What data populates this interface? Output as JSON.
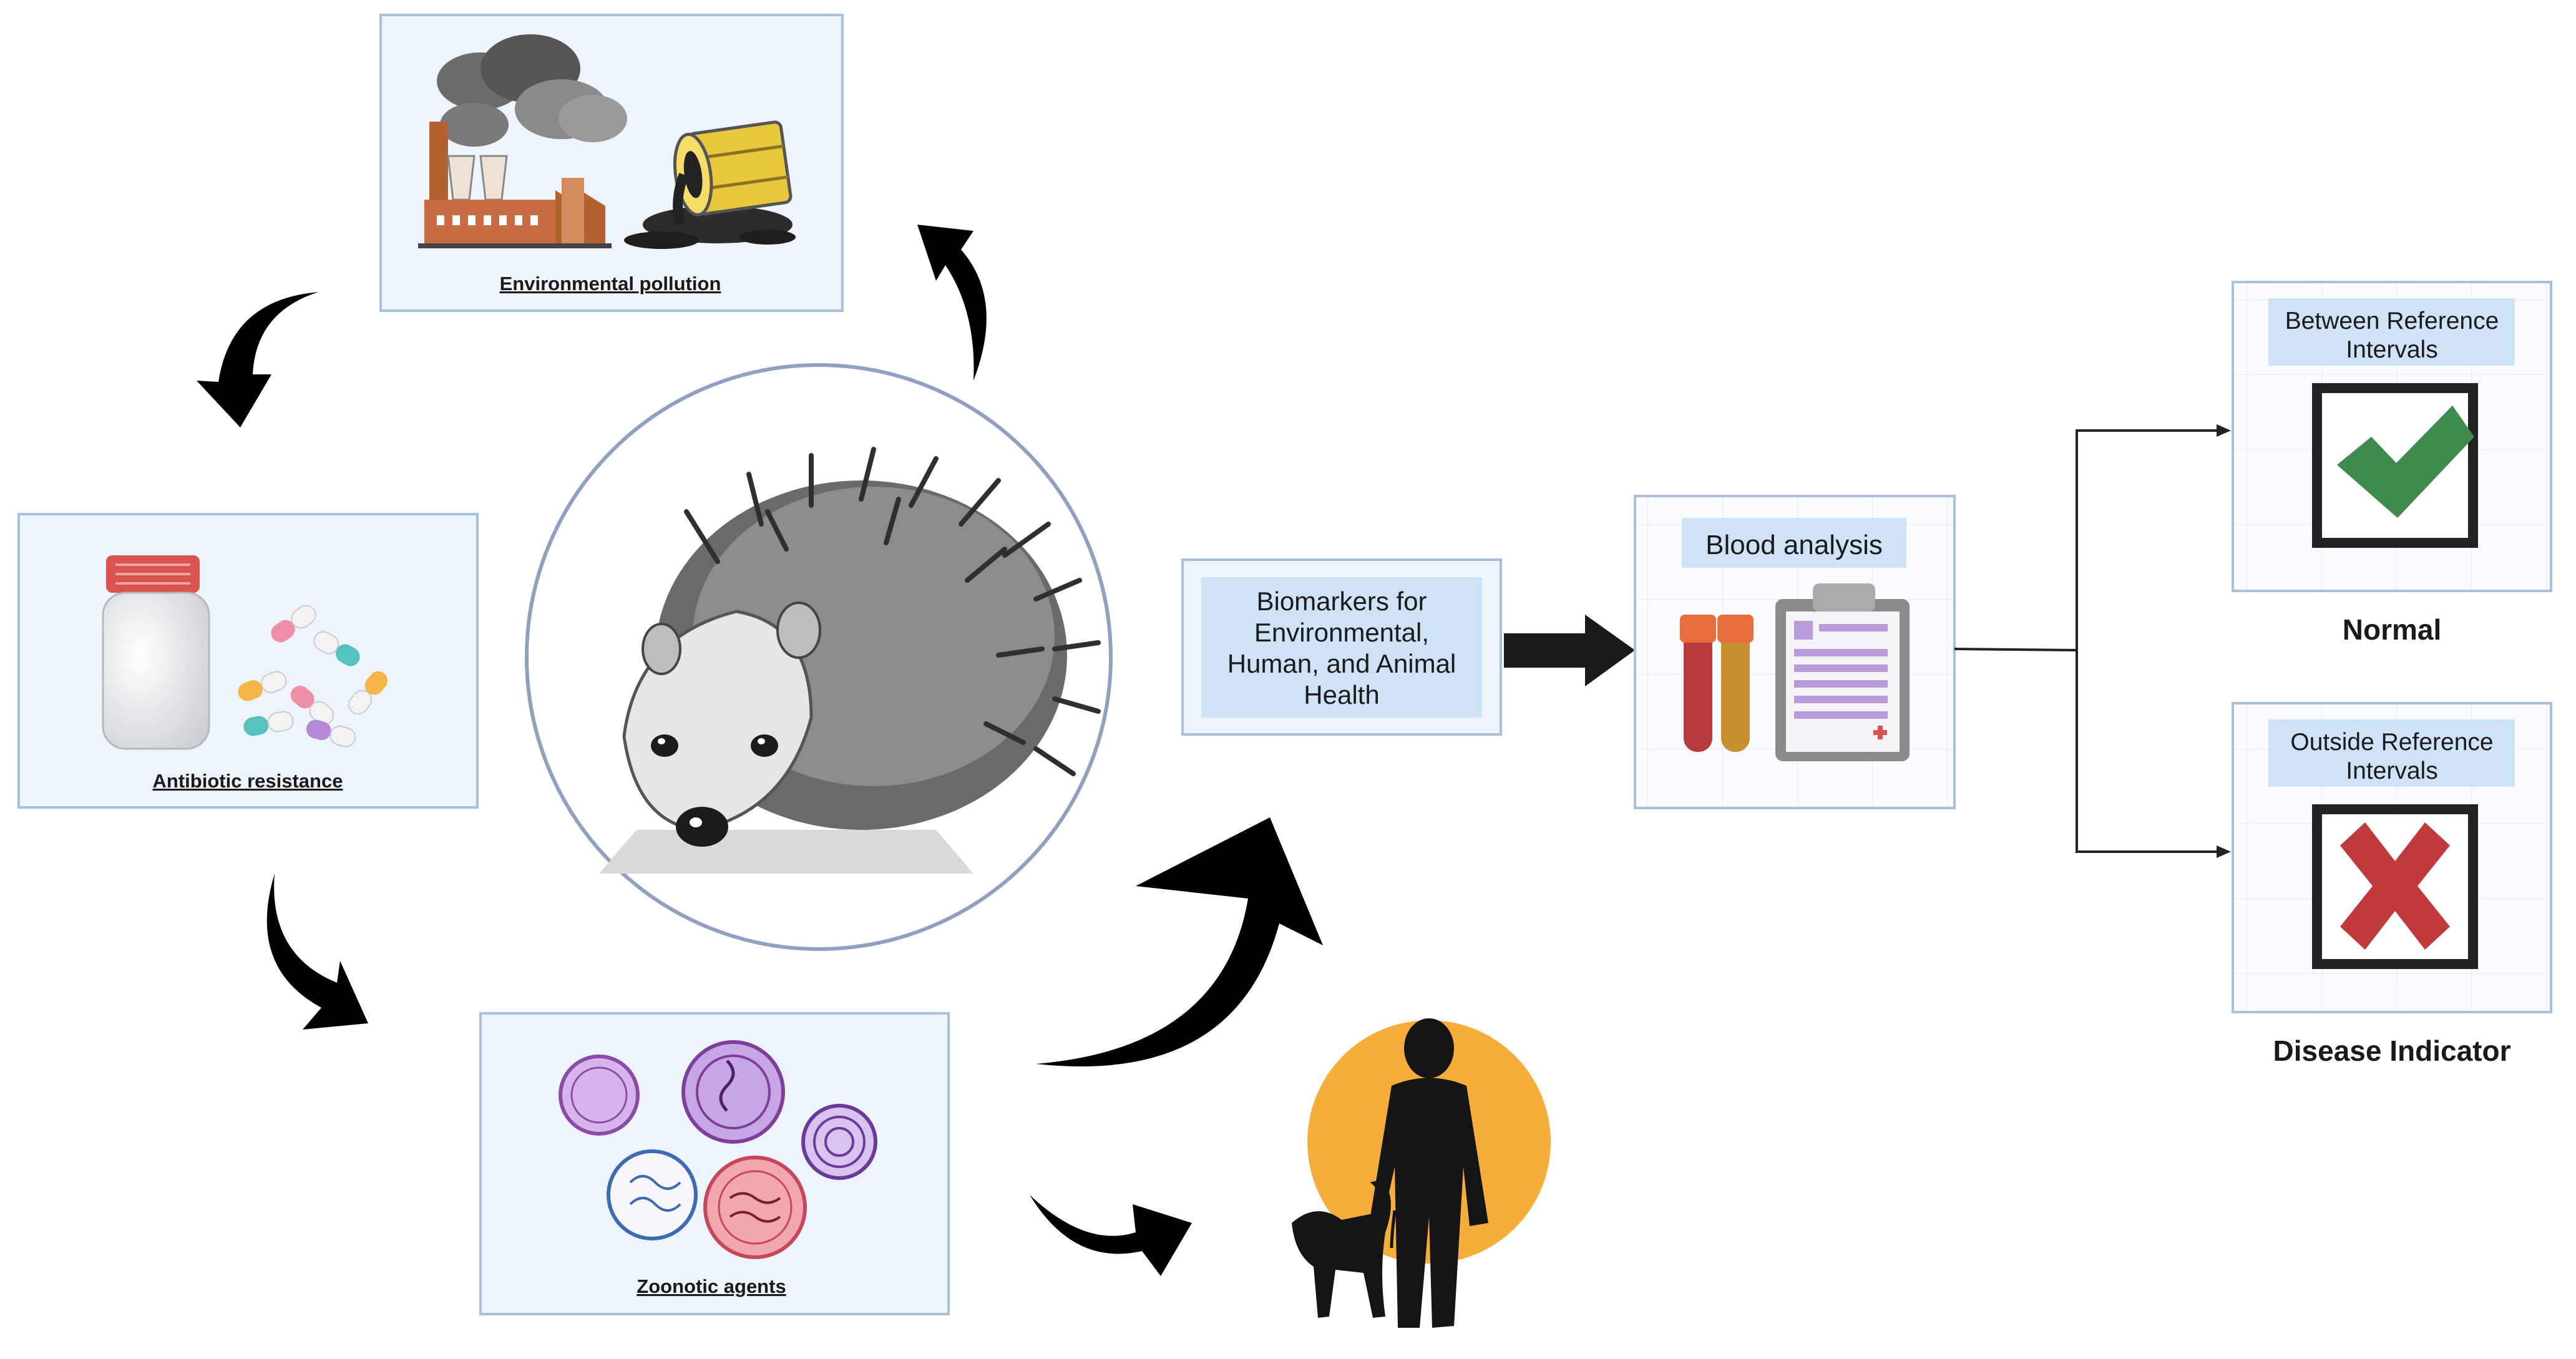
{
  "diagram": {
    "panels": {
      "pollution": {
        "caption": "Environmental pollution"
      },
      "antibiotic": {
        "caption": "Antibiotic resistance"
      },
      "zoonotic": {
        "caption": "Zoonotic agents"
      }
    },
    "biomarkers": {
      "lines": [
        "Biomarkers for",
        "Environmental,",
        "Human, and Animal",
        "Health"
      ]
    },
    "blood": {
      "label": "Blood analysis"
    },
    "outcomes": {
      "normal": {
        "box_lines": [
          "Between Reference",
          "Intervals"
        ],
        "label": "Normal"
      },
      "disease": {
        "box_lines": [
          "Outside Reference",
          "Intervals"
        ],
        "label": "Disease Indicator"
      }
    }
  },
  "colors": {
    "panel_fill": "#eef4fc",
    "panel_stroke": "#a9c0dd",
    "label_fill": "#cfe3f6",
    "check": "#3f8a4d",
    "cross": "#c0393b",
    "sun": "#f6ad3a",
    "hedgehog_circle_stroke": "#8fa0c0"
  }
}
